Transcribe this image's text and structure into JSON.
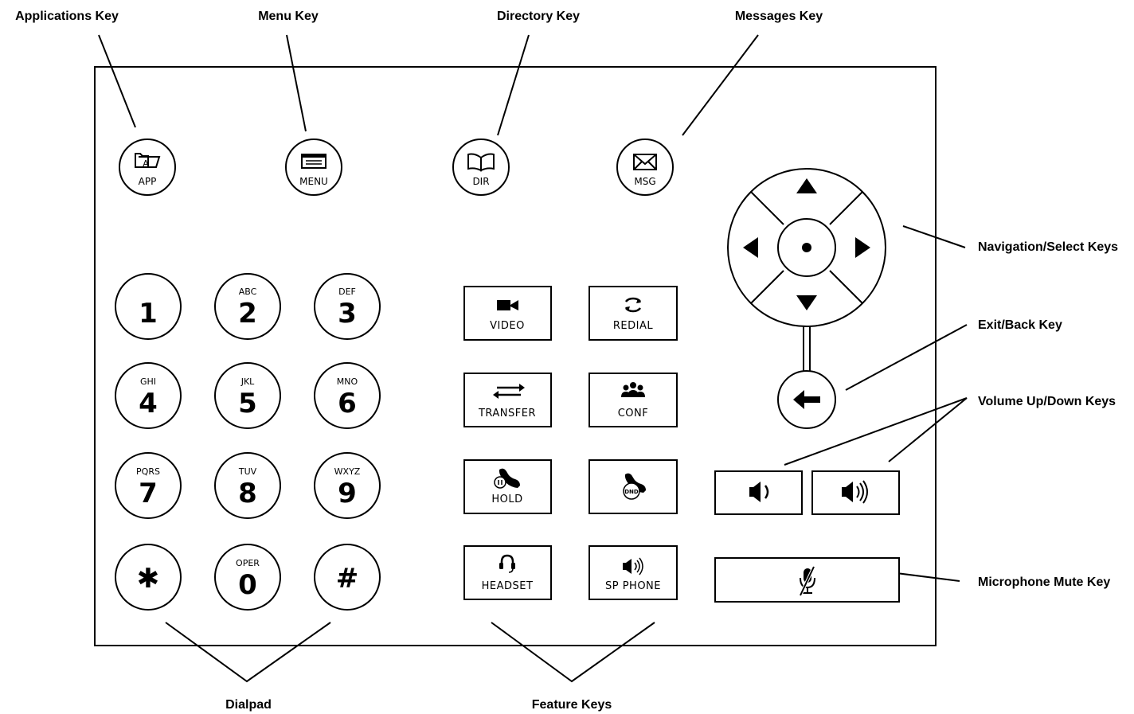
{
  "callouts": {
    "applications_key": "Applications Key",
    "menu_key": "Menu Key",
    "directory_key": "Directory Key",
    "messages_key": "Messages Key",
    "navigation_select_keys": "Navigation/Select Keys",
    "exit_back_key": "Exit/Back Key",
    "volume_up_down_keys": "Volume Up/Down Keys",
    "microphone_mute_key": "Microphone Mute Key",
    "dialpad": "Dialpad",
    "feature_keys": "Feature Keys"
  },
  "top_keys": {
    "app": "APP",
    "menu": "MENU",
    "dir": "DIR",
    "msg": "MSG",
    "app_glyph": "A"
  },
  "dialpad": {
    "key_1": {
      "digit": "1",
      "letters": ""
    },
    "key_2": {
      "digit": "2",
      "letters": "ABC"
    },
    "key_3": {
      "digit": "3",
      "letters": "DEF"
    },
    "key_4": {
      "digit": "4",
      "letters": "GHI"
    },
    "key_5": {
      "digit": "5",
      "letters": "JKL"
    },
    "key_6": {
      "digit": "6",
      "letters": "MNO"
    },
    "key_7": {
      "digit": "7",
      "letters": "PQRS"
    },
    "key_8": {
      "digit": "8",
      "letters": "TUV"
    },
    "key_9": {
      "digit": "9",
      "letters": "WXYZ"
    },
    "key_star": {
      "digit": "✱",
      "letters": ""
    },
    "key_0": {
      "digit": "0",
      "letters": "OPER"
    },
    "key_hash": {
      "digit": "#",
      "letters": ""
    }
  },
  "feature_keys": {
    "video": "VIDEO",
    "redial": "REDIAL",
    "transfer": "TRANSFER",
    "conf": "CONF",
    "hold": "HOLD",
    "dnd_glyph": "DND",
    "headset": "HEADSET",
    "sp_phone": "SP PHONE"
  },
  "icons": {
    "app": "folder-app-icon",
    "menu": "menu-list-icon",
    "dir": "book-icon",
    "msg": "envelope-icon",
    "nav_up": "arrow-up-icon",
    "nav_down": "arrow-down-icon",
    "nav_left": "arrow-left-icon",
    "nav_right": "arrow-right-icon",
    "select": "dot-icon",
    "back": "back-arrow-icon",
    "video": "video-camera-icon",
    "redial": "redial-icon",
    "transfer": "transfer-arrows-icon",
    "conf": "people-group-icon",
    "hold": "hold-handset-icon",
    "dnd": "dnd-handset-icon",
    "headset": "headset-icon",
    "sp_phone": "speaker-icon",
    "vol_down": "speaker-low-icon",
    "vol_up": "speaker-high-icon",
    "mute": "microphone-muted-icon"
  },
  "colors": {
    "stroke": "#000000",
    "background": "#ffffff"
  }
}
